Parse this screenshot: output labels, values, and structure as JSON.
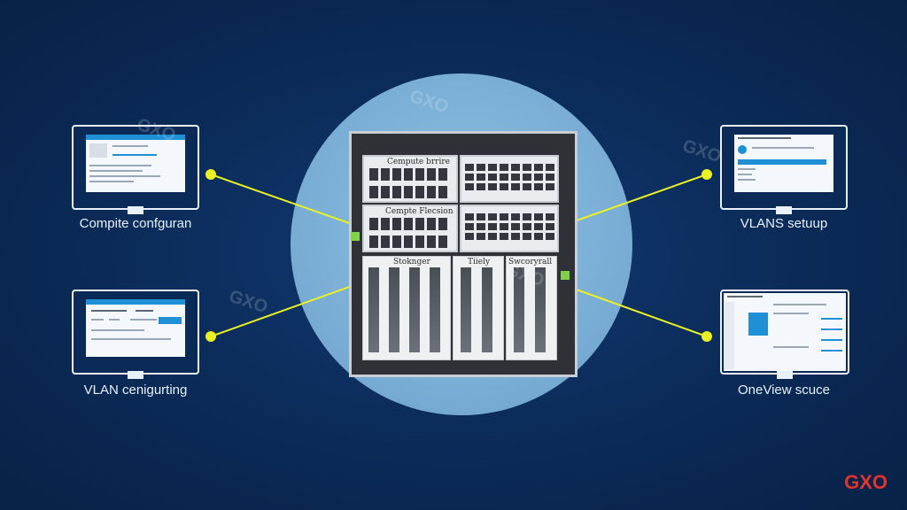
{
  "colors": {
    "background": "#0b2a57",
    "hub": "#7aaed5",
    "link": "#e9f024",
    "brand": "#e0342f",
    "accent": "#1f8fd6"
  },
  "rack": {
    "unit1_title": "Cempute brrire",
    "unit2_title": "Cempte Flecsion",
    "storage_labels": [
      "Stoknger",
      "Tiiely",
      "Swcoryrall"
    ]
  },
  "nodes": {
    "top_left": {
      "caption": "Compite confguran",
      "icon": "monitor-icon"
    },
    "bottom_left": {
      "caption": "VLAN cenigurting",
      "icon": "monitor-icon"
    },
    "top_right": {
      "caption": "VLANS setuup",
      "icon": "monitor-icon"
    },
    "bottom_right": {
      "caption": "OneView scuce",
      "icon": "monitor-icon"
    }
  },
  "watermark": "GXO",
  "brand": "GXO"
}
